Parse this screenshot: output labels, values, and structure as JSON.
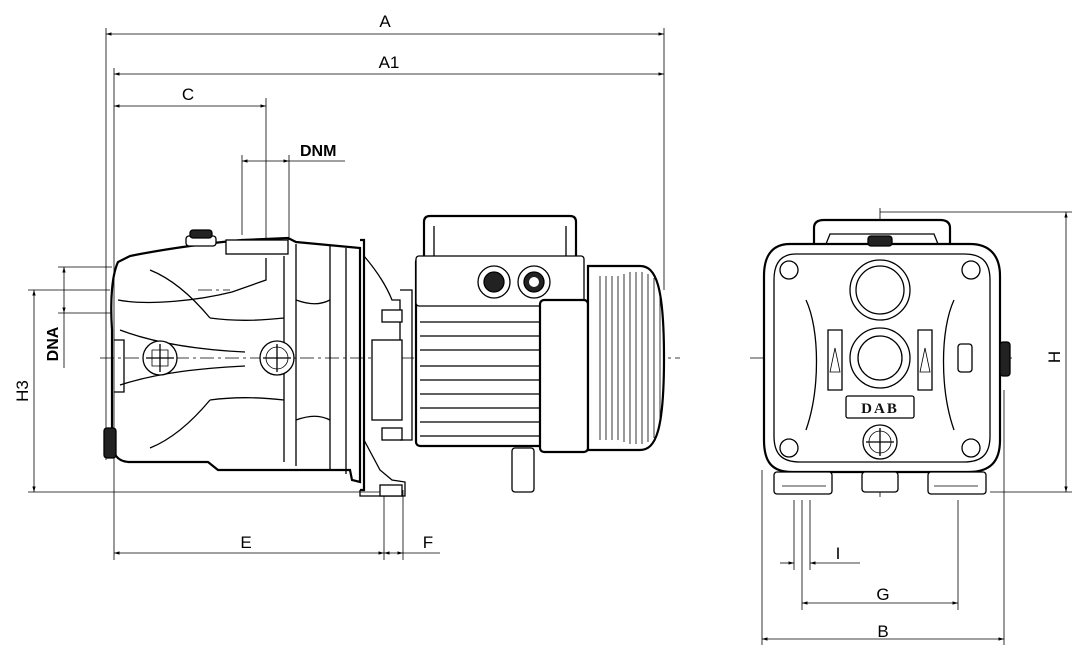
{
  "labels": {
    "A": "A",
    "A1": "A1",
    "C": "C",
    "DNM": "DNM",
    "DNA": "DNA",
    "H3": "H3",
    "E": "E",
    "F": "F",
    "H": "H",
    "I": "I",
    "G": "G",
    "B": "B"
  },
  "logo": "DAB",
  "colors": {
    "line": "#000000",
    "background": "#ffffff"
  }
}
